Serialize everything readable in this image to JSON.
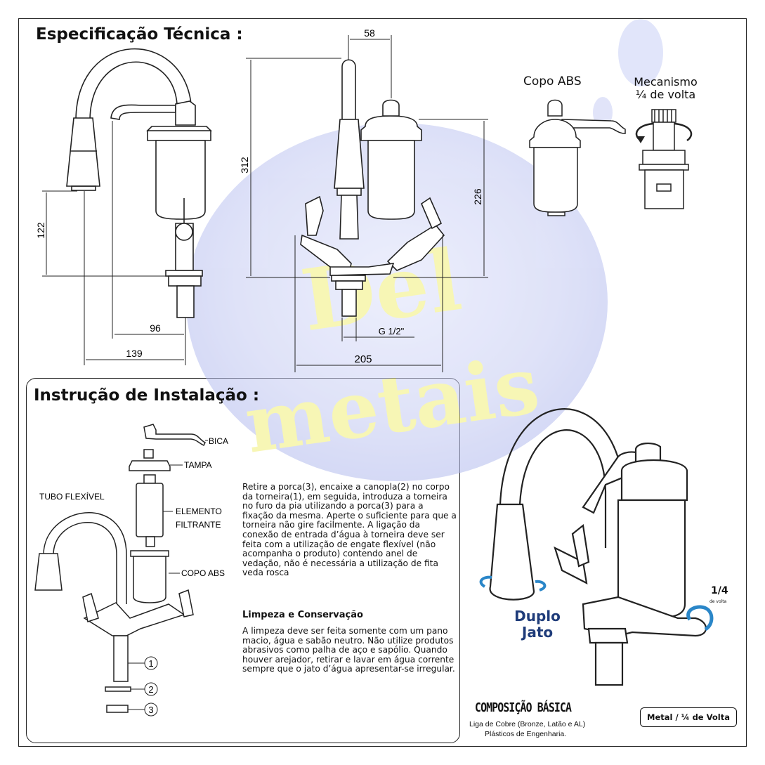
{
  "headings": {
    "spec": "Especificação Técnica :",
    "install": "Instrução de Instalação :"
  },
  "dimensions": {
    "d58": "58",
    "d312": "312",
    "d226": "226",
    "d122": "122",
    "d96": "96",
    "d139": "139",
    "d205": "205",
    "g_thread": "G 1/2\""
  },
  "parts_top": {
    "copo_abs": "Copo ABS",
    "mecanismo": "Mecanismo",
    "quarter_turn": "¼ de volta"
  },
  "exploded_labels": {
    "bica": "BICA",
    "tampa": "TAMPA",
    "elemento": "ELEMENTO",
    "filtrante": "FILTRANTE",
    "copo_abs": "COPO ABS",
    "tubo_flexivel": "TUBO FLEXÍVEL",
    "n1": "1",
    "n2": "2",
    "n3": "3"
  },
  "instructions": {
    "install_text": "Retire a porca(3), encaixe a canopla(2) no corpo da torneira(1), em seguida, introduza a torneira no furo da pia utilizando a porca(3) para a fixação da mesma. Aperte o suficiente para que a torneira não gire facilmente. A ligação da conexão de entrada d’água à torneira deve ser feita com a utilização de engate flexível (não acompanha o produto) contendo anel de vedação, não é necessária a utilização de fita veda rosca",
    "cleaning_title": "Limpeza e Conservação",
    "cleaning_text": "A limpeza deve ser feita somente com um pano macio, água e sabão neutro. Não utilize produtos abrasivos como palha de aço e sapólio. Quando houver arejador, retirar e lavar em água corrente sempre que o jato d’água apresentar-se irregular."
  },
  "features": {
    "duplo_line1": "Duplo",
    "duplo_line2": "Jato",
    "quarter": "1/4",
    "quarter_sub": "de volta"
  },
  "composition": {
    "title": "COMPOSIÇÃO BÁSICA",
    "line1": "Liga de Cobre (Bronze, Latão e AL)",
    "line2": "Plásticos de Engenharia."
  },
  "badge": {
    "label": "Metal / ¼ de Volta"
  },
  "watermark": {
    "line1": "Del",
    "line2": "metais"
  },
  "colors": {
    "accent_blue": "#1f3c7a",
    "arrow_blue": "#2a86c8",
    "watermark_blue": "#8a96d8",
    "watermark_yellow": "#f2ef7a"
  }
}
